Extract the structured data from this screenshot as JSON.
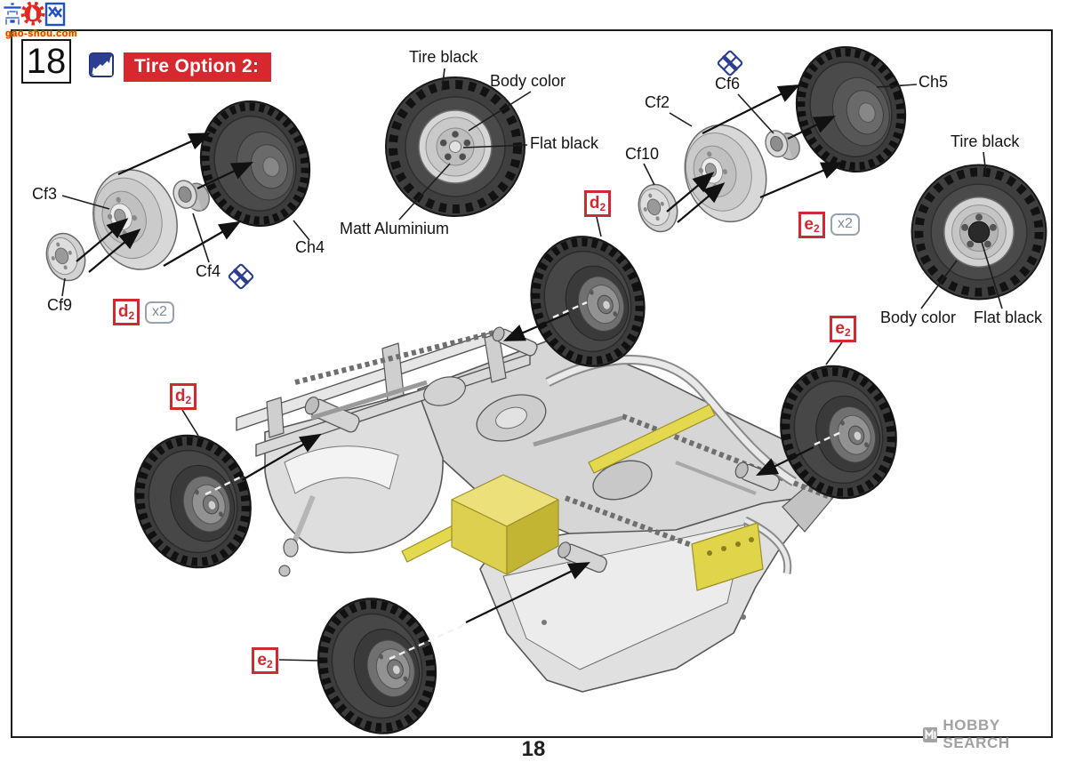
{
  "header": {
    "step_number": "18",
    "banner_label": "Tire Option 2:"
  },
  "parts": {
    "cf3": "Cf3",
    "cf9": "Cf9",
    "cf4": "Cf4",
    "ch4": "Ch4",
    "cf2": "Cf2",
    "cf10": "Cf10",
    "cf6": "Cf6",
    "ch5": "Ch5"
  },
  "paint_callouts": {
    "tire_black": "Tire black",
    "body_color": "Body color",
    "flat_black": "Flat black",
    "matt_aluminium": "Matt Aluminium"
  },
  "markers": {
    "d": {
      "letter": "d",
      "sub": "2"
    },
    "e": {
      "letter": "e",
      "sub": "2"
    },
    "quantity_x2": "x2"
  },
  "footer": {
    "page_number": "18"
  },
  "watermarks": {
    "site_logo_cn": "高网",
    "site_url": "gao-shou.com",
    "hobby_search": "HOBBY SEARCH"
  },
  "colors": {
    "banner_red": "#d7282f",
    "marker_red": "#cf2a30",
    "symbol_blue": "#2c3e92",
    "highlight_yellow": "#e7db5c",
    "tire_black": "#3c3c3c",
    "metal_gray": "#d8d8d8"
  }
}
